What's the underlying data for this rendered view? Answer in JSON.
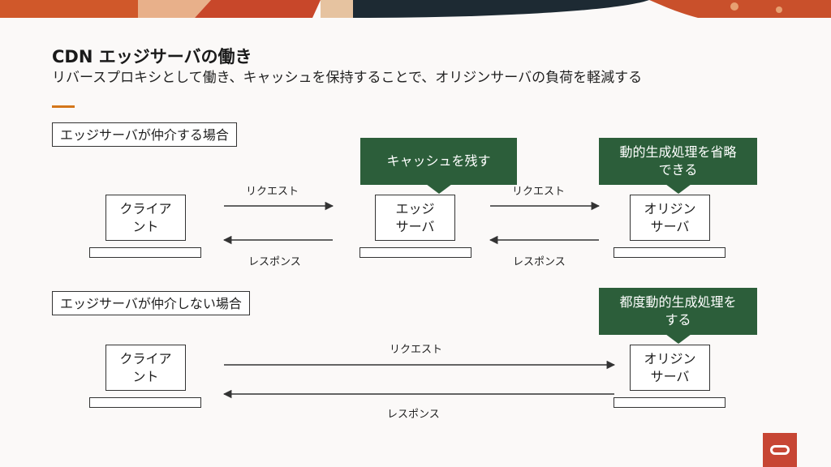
{
  "title": "CDN エッジサーバの働き",
  "subtitle": "リバースプロキシとして働き、キャッシュを保持することで、オリジンサーバの負荷を軽減する",
  "section1": {
    "label": "エッジサーバが仲介する場合",
    "client": "クライア\nント",
    "edge": "エッジ\nサーバ",
    "origin": "オリジン\nサーバ",
    "request_label_1": "リクエスト",
    "response_label_1": "レスポンス",
    "request_label_2": "リクエスト",
    "response_label_2": "レスポンス",
    "callout_edge": "キャッシュを残す",
    "callout_origin": "動的生成処理を省略\nできる"
  },
  "section2": {
    "label": "エッジサーバが仲介しない場合",
    "client": "クライア\nント",
    "origin": "オリジン\nサーバ",
    "request_label": "リクエスト",
    "response_label": "レスポンス",
    "callout_origin": "都度動的生成処理を\nする"
  },
  "colors": {
    "callout_bg": "#2c5e3a",
    "accent": "#d4761a",
    "logo": "#c74634"
  },
  "logo_icon": "oracle-logo-icon"
}
